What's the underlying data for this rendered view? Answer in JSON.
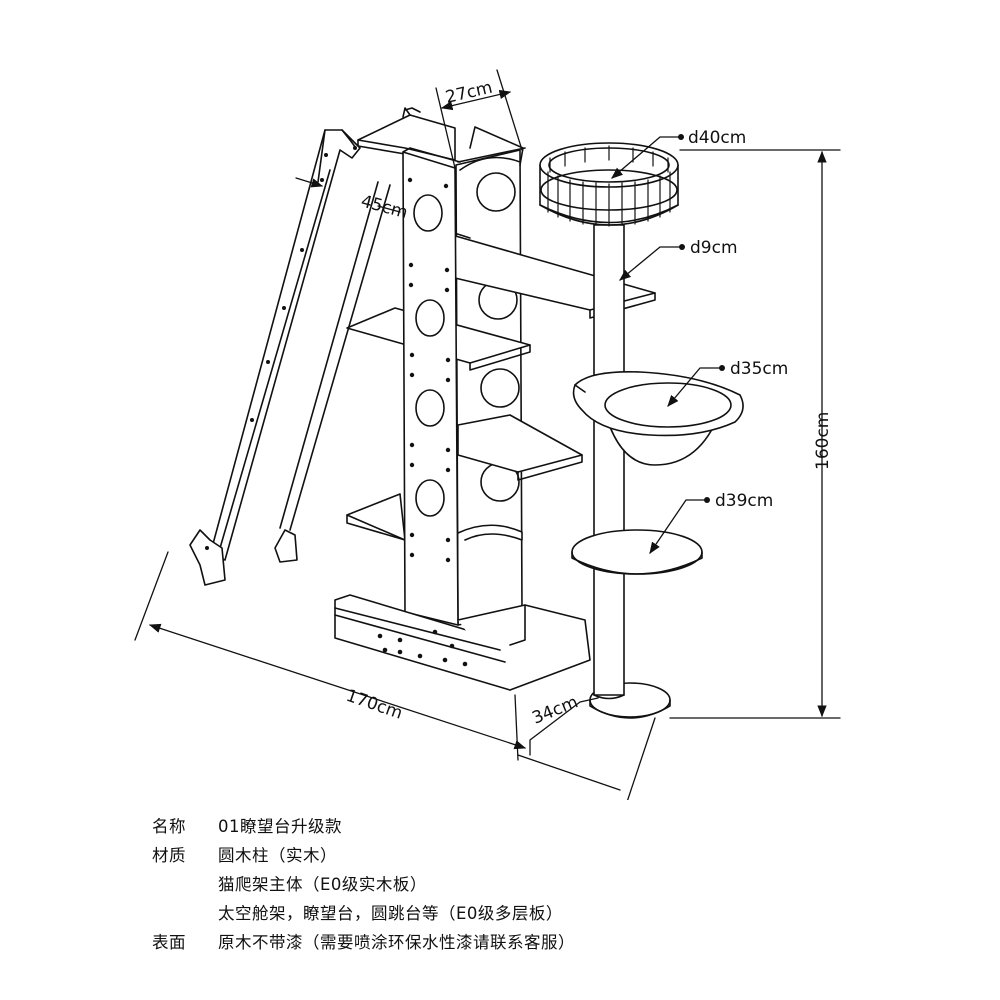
{
  "dimensions": {
    "width_top": "27cm",
    "depth_slope": "45cm",
    "length": "170cm",
    "base_depth": "34cm",
    "height": "160cm",
    "lookout_diameter": "d40cm",
    "post_diameter": "d9cm",
    "bowl_diameter": "d35cm",
    "platform_diameter": "d39cm"
  },
  "spec": {
    "name_label": "名称",
    "name_value": "01瞭望台升级款",
    "material_label": "材质",
    "material_lines": [
      "圆木柱（实木）",
      "猫爬架主体（E0级实木板）",
      "太空舱架，瞭望台，圆跳台等（E0级多层板）"
    ],
    "surface_label": "表面",
    "surface_value": "原木不带漆（需要喷涂环保水性漆请联系客服）"
  },
  "colors": {
    "line": "#111111",
    "panel_fill": "#ffffff",
    "shade": "#d9d9d9"
  }
}
